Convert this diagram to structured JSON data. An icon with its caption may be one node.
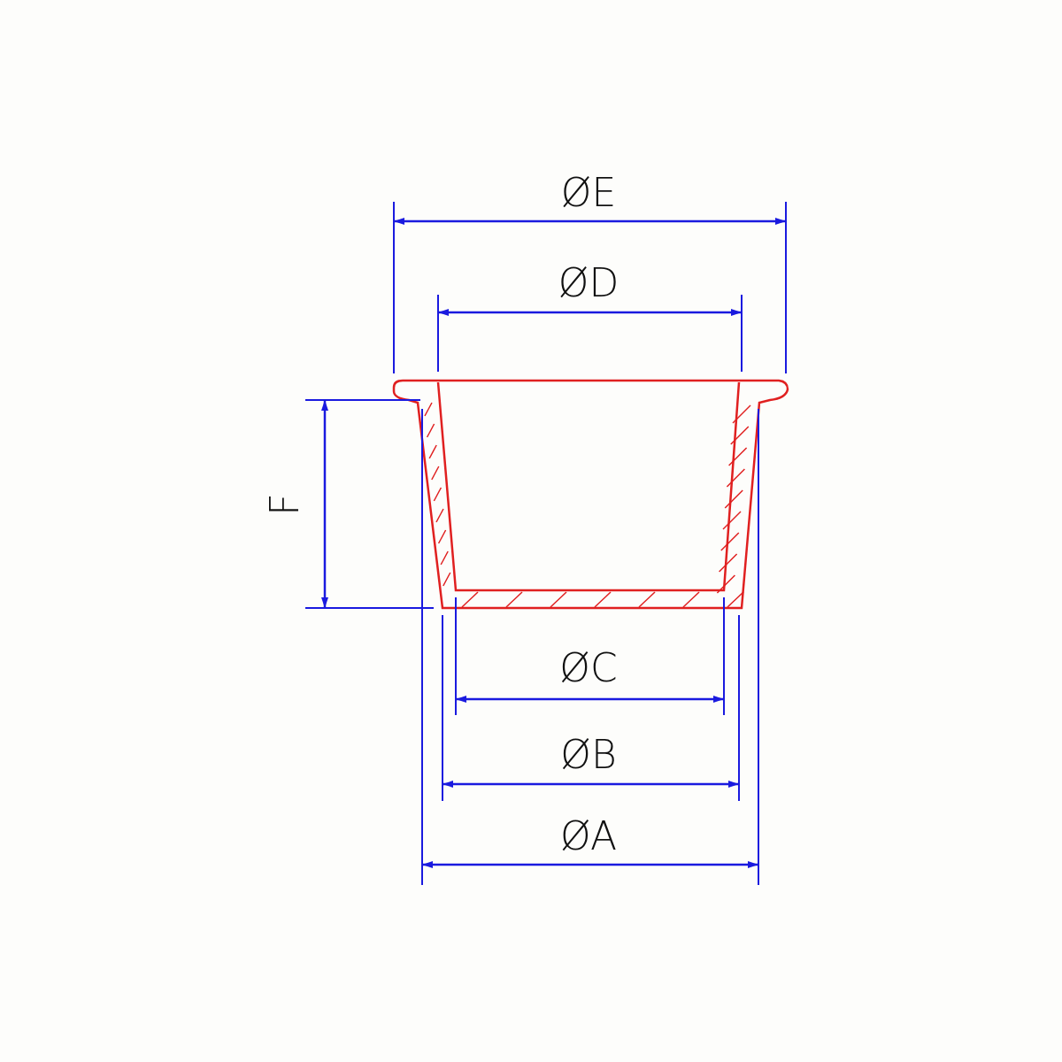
{
  "diagram": {
    "labels": [
      "ØE",
      "ØD",
      "F",
      "ØC",
      "ØB",
      "ØA"
    ]
  }
}
